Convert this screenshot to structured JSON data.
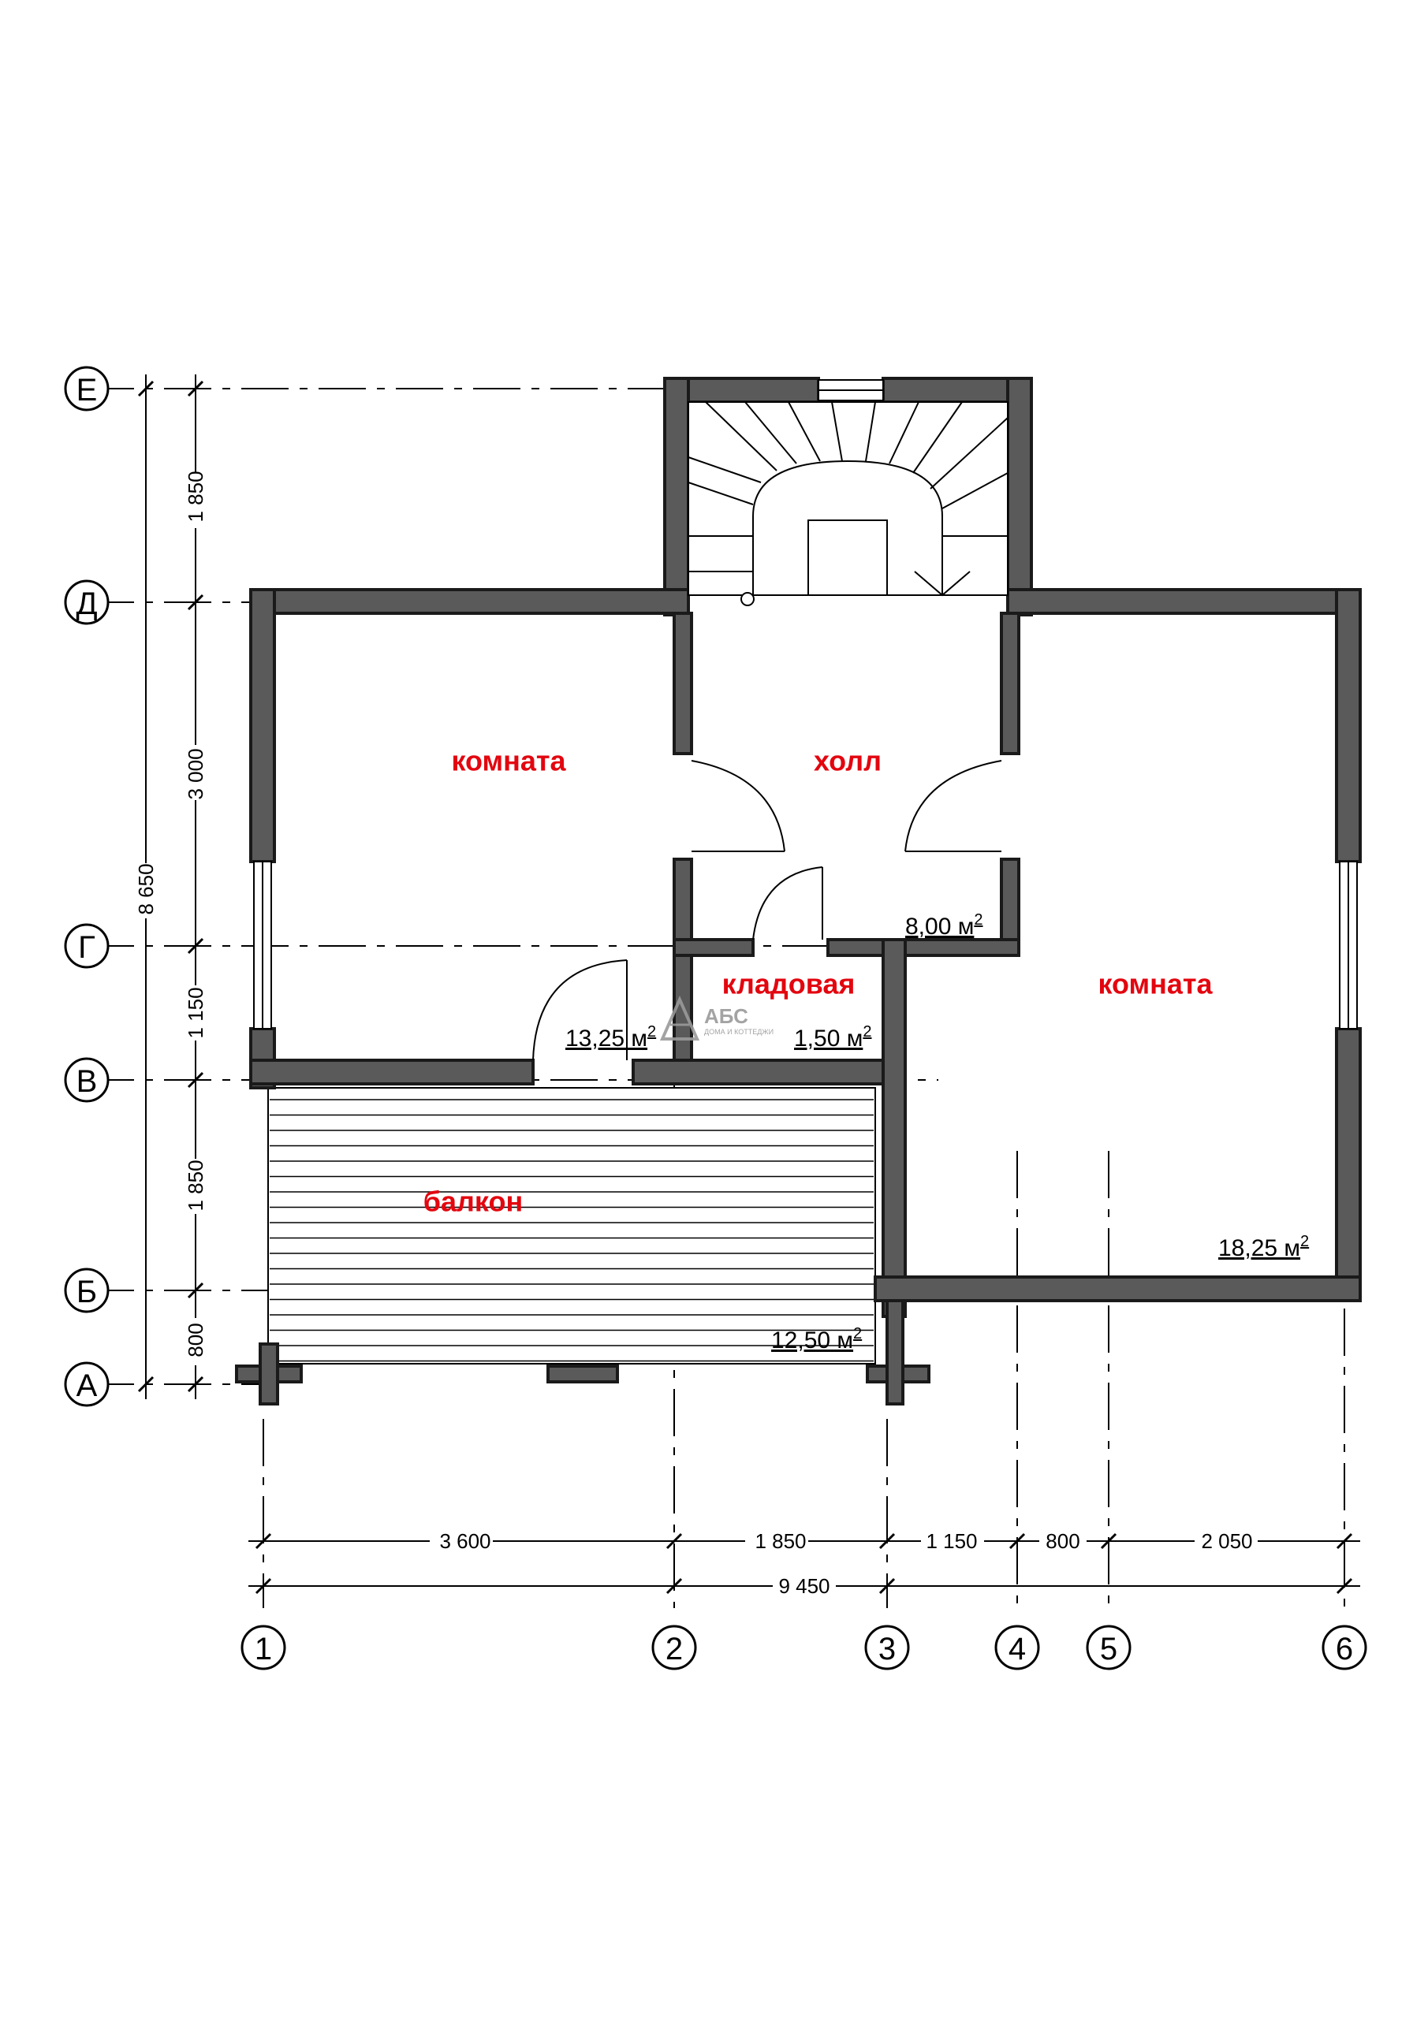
{
  "colors": {
    "wall_fill": "#5a5a5a",
    "room_label": "#e3060f",
    "line": "#000000"
  },
  "rooms": [
    {
      "id": "room-left",
      "name": "комната",
      "area": "13,25 м",
      "unit_sup": "2"
    },
    {
      "id": "hall",
      "name": "холл",
      "area": "8,00 м",
      "unit_sup": "2"
    },
    {
      "id": "storage",
      "name": "кладовая",
      "area": "1,50 м",
      "unit_sup": "2"
    },
    {
      "id": "room-right",
      "name": "комната",
      "area": "18,25 м",
      "unit_sup": "2"
    },
    {
      "id": "balcony",
      "name": "балкон",
      "area": "12,50 м",
      "unit_sup": "2"
    }
  ],
  "axes_letters": [
    "Е",
    "Д",
    "Г",
    "В",
    "Б",
    "А"
  ],
  "axes_numbers": [
    "1",
    "2",
    "3",
    "4",
    "5",
    "6"
  ],
  "dims_vertical": [
    "1 850",
    "3 000",
    "1 150",
    "1 850",
    "800"
  ],
  "dim_vertical_total": "8 650",
  "dims_horizontal": [
    "3 600",
    "1 850",
    "1 150",
    "800",
    "2 050"
  ],
  "dim_horizontal_total": "9 450",
  "watermark": {
    "title": "АБС",
    "subtitle": "ДОМА И КОТТЕДЖИ"
  },
  "icons": {
    "stair": "stair-icon",
    "watermark_logo": "abs-logo-icon"
  }
}
